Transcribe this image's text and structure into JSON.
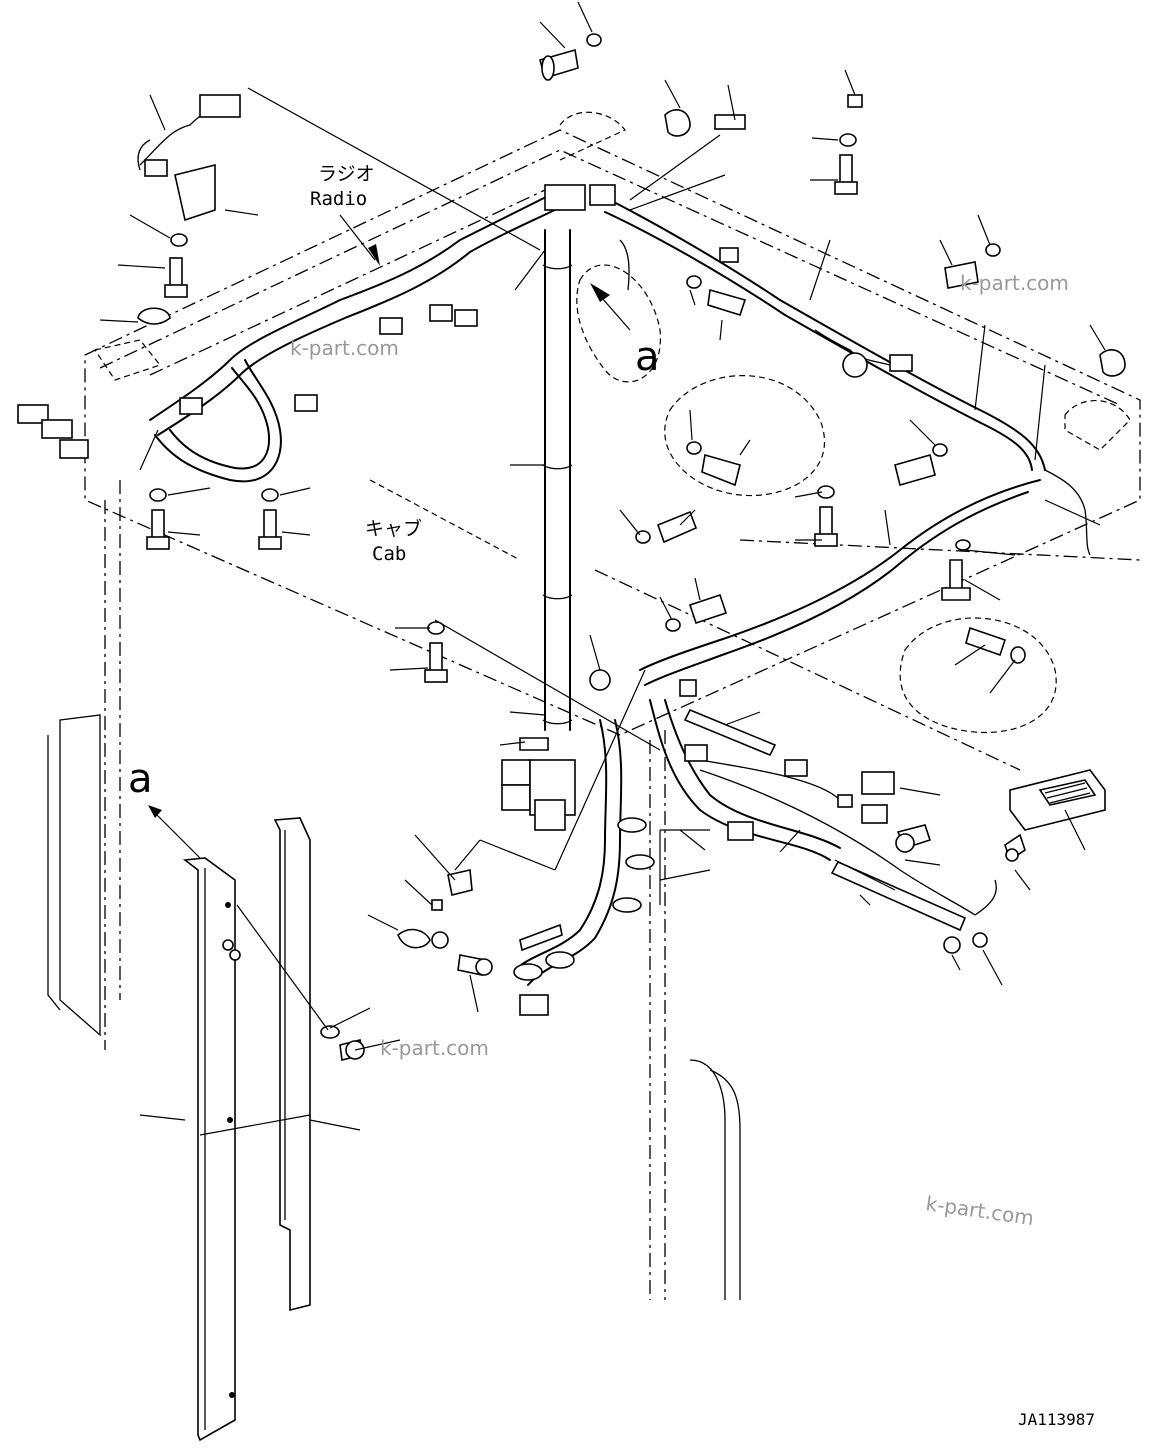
{
  "labels": {
    "radio_jp": "ラジオ",
    "radio_en": "Radio",
    "cab_jp": "キャブ",
    "cab_en": "Cab",
    "detail_top": "a",
    "detail_side": "a"
  },
  "watermarks": [
    "k-part.com",
    "k-part.com",
    "k-part.com",
    "k-part.com"
  ],
  "drawing_code": "JA113987"
}
